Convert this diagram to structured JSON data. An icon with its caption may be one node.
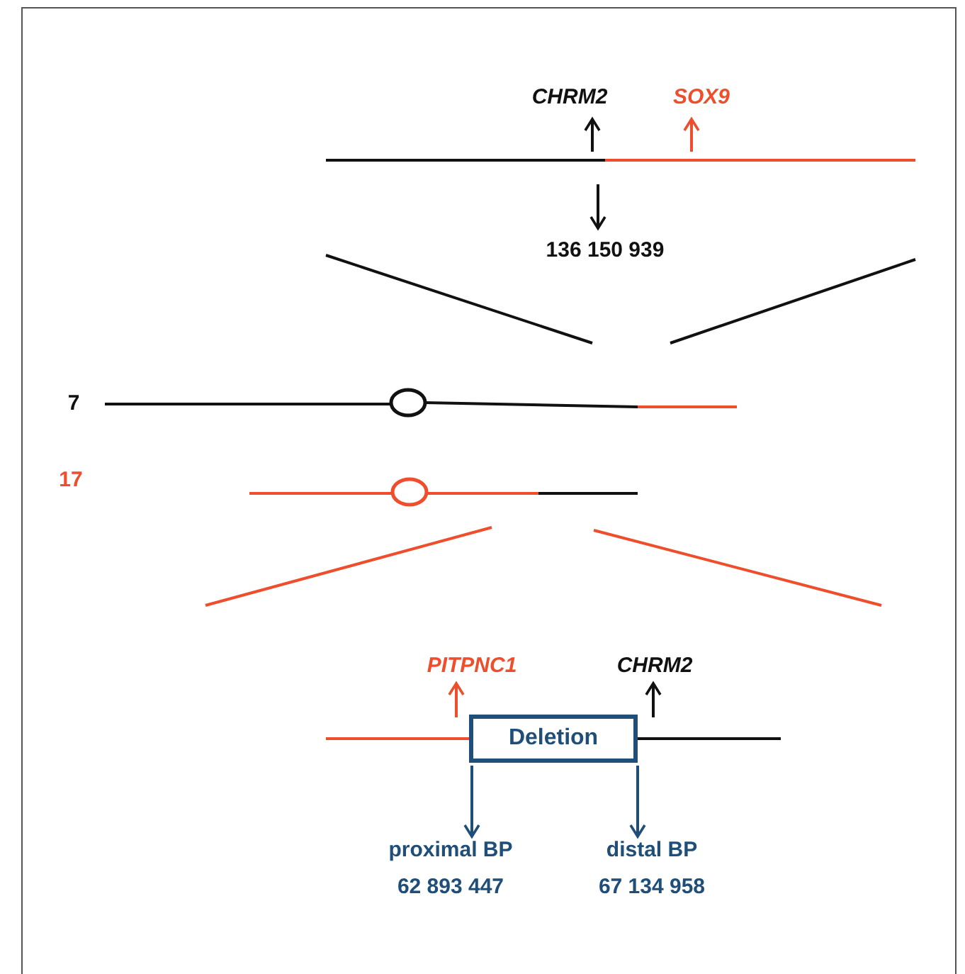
{
  "diagram": {
    "nodes": [
      {
        "text": [
          "Deletion"
        ]
      },
      {
        "text": [
          "proximal BP",
          "62 893 447"
        ]
      },
      {
        "text": [
          "distal BP",
          "67 134 958"
        ]
      }
    ],
    "edges": [
      {
        "from": 0,
        "to": 1,
        "arrow": "to"
      },
      {
        "from": 0,
        "to": 2,
        "arrow": "to"
      }
    ],
    "labels": [
      "CHRM2",
      "SOX9",
      "136 150 939",
      "7",
      "17",
      "PITPNC1",
      "CHRM2"
    ]
  }
}
